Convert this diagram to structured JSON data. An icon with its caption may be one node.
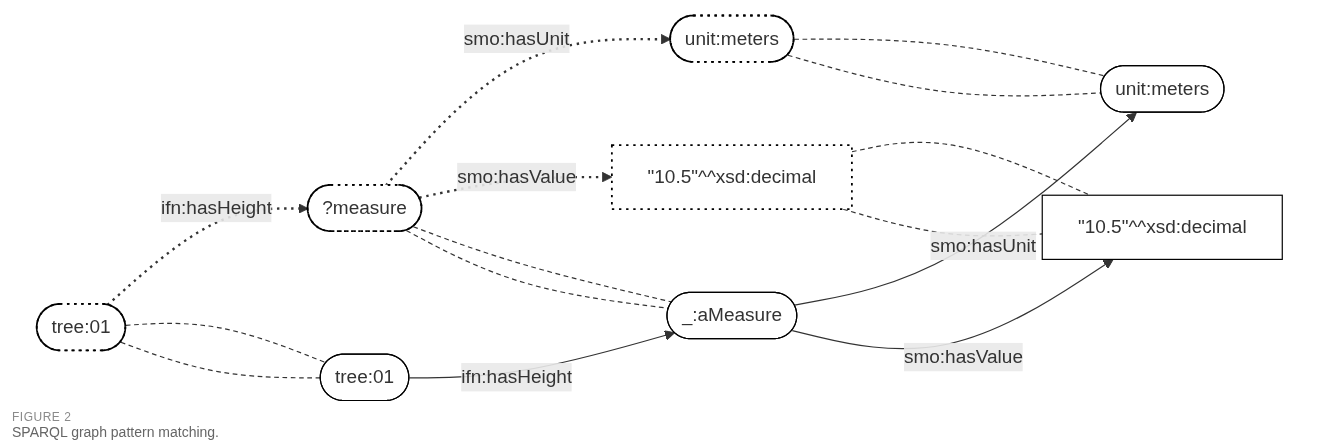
{
  "diagram": {
    "caption": "SPARQL graph pattern matching.",
    "nodes": [
      {
        "text": [
          "tree:01"
        ]
      },
      {
        "text": [
          "?measure"
        ]
      },
      {
        "text": [
          "unit:meters"
        ]
      },
      {
        "text": [
          "\"10.5\"^^xsd:decimal"
        ]
      },
      {
        "text": [
          "tree:01"
        ]
      },
      {
        "text": [
          "_:aMeasure"
        ]
      },
      {
        "text": [
          "unit:meters"
        ]
      },
      {
        "text": [
          "\"10.5\"^^xsd:decimal"
        ]
      }
    ],
    "edges": [
      {
        "from": 0,
        "to": 1,
        "arrow": "to",
        "label": "ifn:hasHeight",
        "style": "dashed"
      },
      {
        "from": 1,
        "to": 2,
        "arrow": "to",
        "label": "smo:hasUnit",
        "style": "dashed"
      },
      {
        "from": 1,
        "to": 3,
        "arrow": "to",
        "label": "smo:hasValue",
        "style": "dashed"
      },
      {
        "from": 4,
        "to": 5,
        "arrow": "to",
        "label": "ifn:hasHeight"
      },
      {
        "from": 5,
        "to": 6,
        "arrow": "to",
        "label": "smo:hasUnit"
      },
      {
        "from": 5,
        "to": 7,
        "arrow": "to",
        "label": "smo:hasValue"
      },
      {
        "from": 0,
        "to": 4,
        "arrow": "none",
        "style": "dashed"
      },
      {
        "from": 0,
        "to": 4,
        "arrow": "none",
        "style": "dashed"
      },
      {
        "from": 1,
        "to": 5,
        "arrow": "none",
        "style": "dashed"
      },
      {
        "from": 1,
        "to": 5,
        "arrow": "none",
        "style": "dashed"
      },
      {
        "from": 2,
        "to": 6,
        "arrow": "none",
        "style": "dashed"
      },
      {
        "from": 2,
        "to": 6,
        "arrow": "none",
        "style": "dashed"
      },
      {
        "from": 3,
        "to": 7,
        "arrow": "none",
        "style": "dashed"
      },
      {
        "from": 3,
        "to": 7,
        "arrow": "none",
        "style": "dashed"
      }
    ],
    "labels": [
      "FIGURE 2"
    ]
  }
}
